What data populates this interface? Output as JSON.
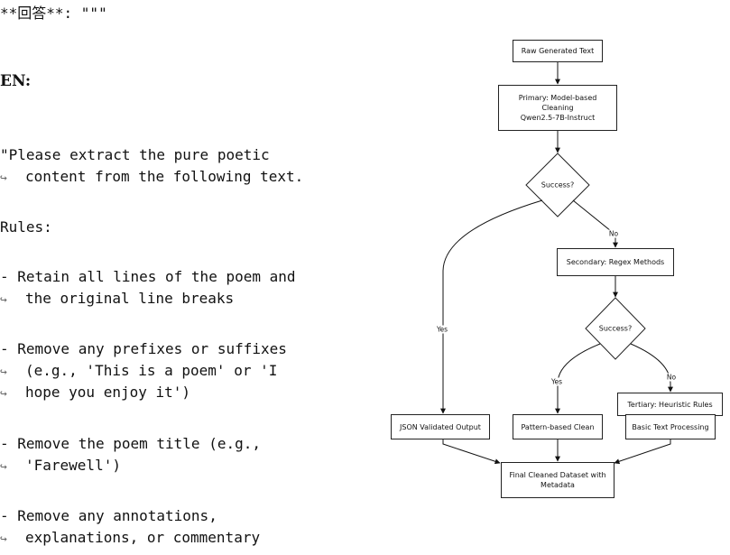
{
  "left_text": {
    "answer_label": "**回答**: \"\"\"",
    "en_label": "EN:",
    "intro_line1": "\"Please extract the pure poetic",
    "intro_line2": "content from the following text.",
    "rules_label": "Rules:",
    "rule1_line1": "- Retain all lines of the poem and",
    "rule1_line2": "the original line breaks",
    "rule2_line1": "- Remove any prefixes or suffixes",
    "rule2_line2": "(e.g., 'This is a poem' or 'I",
    "rule2_line3": "hope you enjoy it')",
    "rule3_line1": "- Remove the poem title (e.g.,",
    "rule3_line2": "'Farewell')",
    "rule4_line1": "- Remove any annotations,",
    "rule4_line2": "explanations, or commentary",
    "continuation_glyph": "↪"
  },
  "flowchart": {
    "raw_text": "Raw Generated Text",
    "primary_line1": "Primary: Model-based",
    "primary_line2": "Cleaning",
    "primary_line3": "Qwen2.5-7B-Instruct",
    "decision1": "Success?",
    "secondary": "Secondary: Regex Methods",
    "decision2": "Success?",
    "tertiary": "Tertiary: Heuristic Rules",
    "json_output": "JSON Validated Output",
    "pattern_clean": "Pattern-based Clean",
    "basic_text": "Basic Text Processing",
    "final_line1": "Final Cleaned Dataset with",
    "final_line2": "Metadata",
    "label_no1": "No",
    "label_yes1": "Yes",
    "label_yes2": "Yes",
    "label_no2": "No"
  }
}
